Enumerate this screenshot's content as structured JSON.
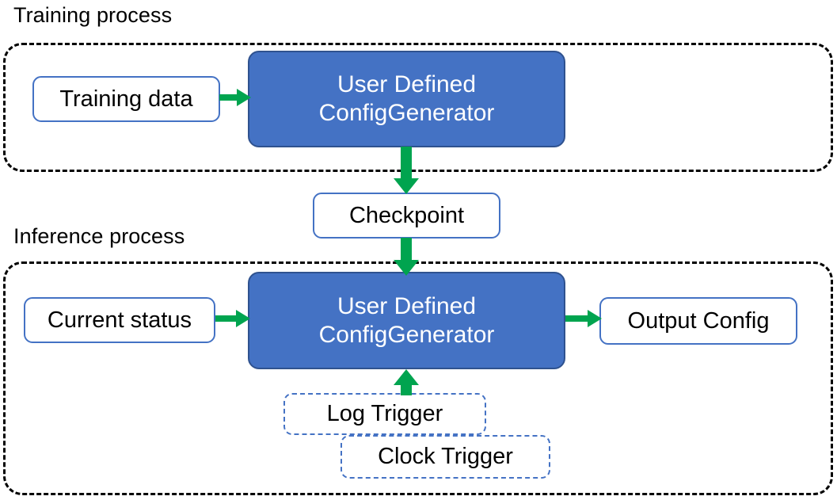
{
  "diagram": {
    "title_training": "Training process",
    "title_inference": "Inference process",
    "colors": {
      "primary_fill": "#4472C4",
      "primary_stroke": "#2F528F",
      "node_stroke": "#4472C4",
      "arrow": "#00A44F",
      "container_stroke": "#000000",
      "background": "#FFFFFF",
      "text_dark": "#000000",
      "text_light": "#FFFFFF"
    }
  },
  "training": {
    "caption": "Training process",
    "input": {
      "label": "Training data"
    },
    "generator": {
      "line1": "User Defined",
      "line2": "ConfigGenerator"
    }
  },
  "checkpoint": {
    "label": "Checkpoint"
  },
  "inference": {
    "caption": "Inference process",
    "input": {
      "label": "Current status"
    },
    "generator": {
      "line1": "User Defined",
      "line2": "ConfigGenerator"
    },
    "output": {
      "label": "Output Config"
    },
    "triggers": [
      {
        "label": "Log Trigger",
        "style": "dashed"
      },
      {
        "label": "Clock Trigger",
        "style": "dashed"
      }
    ]
  },
  "arrows": [
    {
      "name": "training-data-to-generator",
      "from": "Training data",
      "to": "User Defined ConfigGenerator",
      "direction": "right"
    },
    {
      "name": "generator-to-checkpoint",
      "from": "User Defined ConfigGenerator",
      "to": "Checkpoint",
      "direction": "down"
    },
    {
      "name": "checkpoint-to-generator",
      "from": "Checkpoint",
      "to": "User Defined ConfigGenerator",
      "direction": "down"
    },
    {
      "name": "current-status-to-generator",
      "from": "Current status",
      "to": "User Defined ConfigGenerator",
      "direction": "right"
    },
    {
      "name": "generator-to-output-config",
      "from": "User Defined ConfigGenerator",
      "to": "Output Config",
      "direction": "right"
    },
    {
      "name": "triggers-to-generator",
      "from": "Log Trigger",
      "to": "User Defined ConfigGenerator",
      "direction": "up"
    }
  ]
}
